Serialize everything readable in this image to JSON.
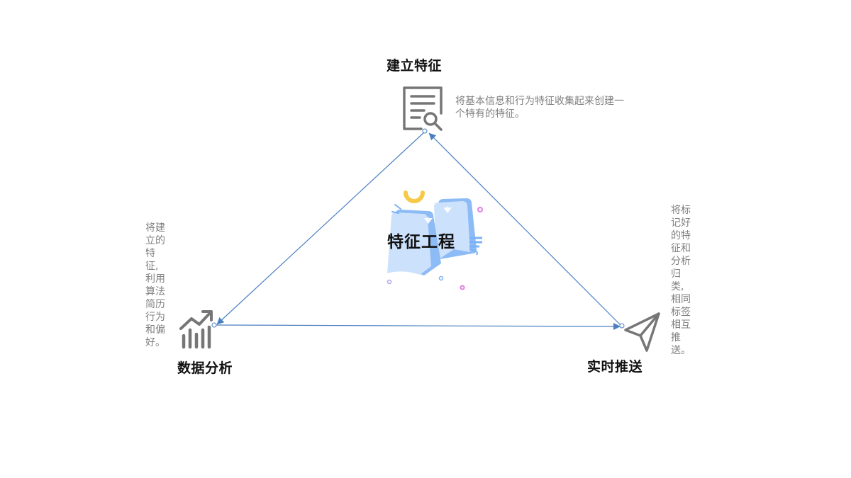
{
  "diagram": {
    "center": {
      "title": "特征工程",
      "illustration": "feature-cards-illustration"
    },
    "nodes": [
      {
        "id": "build",
        "title": "建立特征",
        "description": "将基本信息和行为特征收集起来创建一个特有的特征。",
        "icon": "document-search-icon"
      },
      {
        "id": "analyze",
        "title": "数据分析",
        "description": "将建立的特征,利用算法简历行为和偏好。",
        "icon": "chart-trend-icon"
      },
      {
        "id": "push",
        "title": "实时推送",
        "description": "将标记好的特征和分析归类,相同标签相互推送。",
        "icon": "paper-plane-icon"
      }
    ],
    "colors": {
      "edge": "#4a7fc1",
      "icon": "#767676",
      "text": "#808080",
      "accent_blue": "#7ab0f5",
      "accent_yellow": "#f7c948",
      "accent_pink": "#e37fe6"
    }
  }
}
